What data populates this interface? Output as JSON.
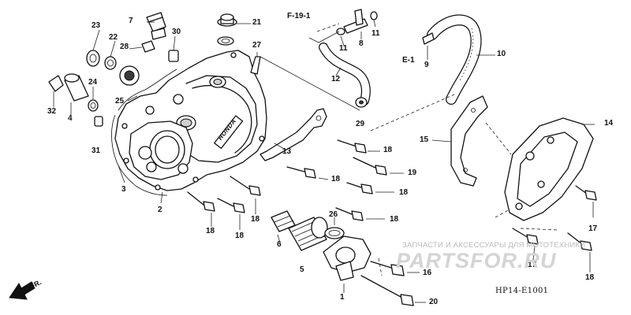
{
  "diagram": {
    "code": "HP14-E1001",
    "front_indicator": "FR.",
    "watermark_line": "ЗАПЧАСТИ И АКСЕССУАРЫ ДЛЯ МОТОТЕХНИКИ",
    "watermark_logo": "PARTSFOR.RU",
    "cover_logo": "HONDA"
  },
  "references": [
    "F-19-1",
    "E-1"
  ],
  "callouts": [
    {
      "id": "c1",
      "label": "1"
    },
    {
      "id": "c2",
      "label": "2"
    },
    {
      "id": "c3",
      "label": "3"
    },
    {
      "id": "c4",
      "label": "4"
    },
    {
      "id": "c5",
      "label": "5"
    },
    {
      "id": "c6",
      "label": "6"
    },
    {
      "id": "c7",
      "label": "7"
    },
    {
      "id": "c8",
      "label": "8"
    },
    {
      "id": "c9",
      "label": "9"
    },
    {
      "id": "c10",
      "label": "10"
    },
    {
      "id": "c11a",
      "label": "11"
    },
    {
      "id": "c11b",
      "label": "11"
    },
    {
      "id": "c12",
      "label": "12"
    },
    {
      "id": "c13",
      "label": "13"
    },
    {
      "id": "c14",
      "label": "14"
    },
    {
      "id": "c15",
      "label": "15"
    },
    {
      "id": "c16",
      "label": "16"
    },
    {
      "id": "c17a",
      "label": "17"
    },
    {
      "id": "c17b",
      "label": "17"
    },
    {
      "id": "c18a",
      "label": "18"
    },
    {
      "id": "c18b",
      "label": "18"
    },
    {
      "id": "c18c",
      "label": "18"
    },
    {
      "id": "c18d",
      "label": "18"
    },
    {
      "id": "c18e",
      "label": "18"
    },
    {
      "id": "c18f",
      "label": "18"
    },
    {
      "id": "c18g",
      "label": "18"
    },
    {
      "id": "c18h",
      "label": "18"
    },
    {
      "id": "c19",
      "label": "19"
    },
    {
      "id": "c20",
      "label": "20"
    },
    {
      "id": "c21",
      "label": "21"
    },
    {
      "id": "c22",
      "label": "22"
    },
    {
      "id": "c23",
      "label": "23"
    },
    {
      "id": "c24",
      "label": "24"
    },
    {
      "id": "c25",
      "label": "25"
    },
    {
      "id": "c26",
      "label": "26"
    },
    {
      "id": "c27",
      "label": "27"
    },
    {
      "id": "c28",
      "label": "28"
    },
    {
      "id": "c29",
      "label": "29"
    },
    {
      "id": "c30",
      "label": "30"
    },
    {
      "id": "c31",
      "label": "31"
    },
    {
      "id": "c32",
      "label": "32"
    }
  ]
}
